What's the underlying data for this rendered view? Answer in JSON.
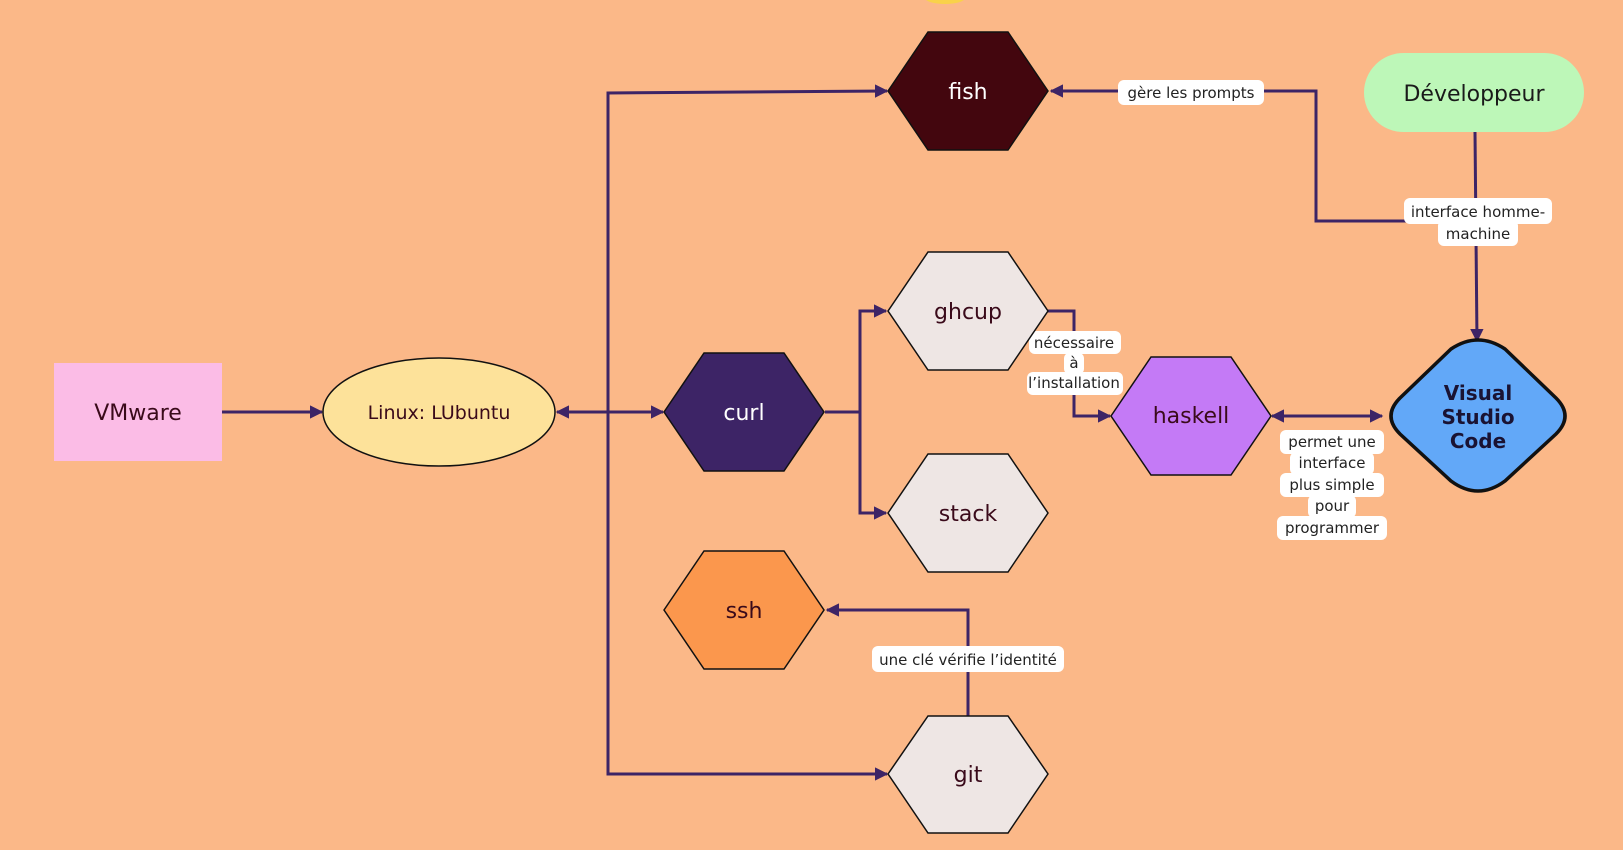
{
  "colors": {
    "background": "#FBB888",
    "edge": "#3D2466",
    "vmware": "#FBBCE6",
    "linux": "#FDE29A",
    "fish": "#43060E",
    "curl": "#3D2466",
    "ghcup": "#EEE6E4",
    "stack": "#EEE6E4",
    "git": "#EEE6E4",
    "ssh": "#FB974D",
    "haskell": "#C47AF6",
    "vscode": "#62A8F8",
    "developpeur": "#BDF7B8",
    "label_bg": "#FFFFFF"
  },
  "nodes": {
    "vmware": "VMware",
    "linux": "Linux: LUbuntu",
    "fish": "fish",
    "curl": "curl",
    "ghcup": "ghcup",
    "stack": "stack",
    "ssh": "ssh",
    "git": "git",
    "haskell": "haskell",
    "vscode": [
      "Visual",
      "Studio",
      "Code"
    ],
    "developpeur": "Développeur"
  },
  "edge_labels": {
    "prompts": "gère les prompts",
    "interface": [
      "interface homme-",
      "machine"
    ],
    "necessaire": [
      "nécessaire",
      "à",
      "l’installation"
    ],
    "permet": [
      "permet une",
      "interface",
      "plus simple",
      "pour",
      "programmer"
    ],
    "cle": "une clé vérifie l’identité"
  }
}
